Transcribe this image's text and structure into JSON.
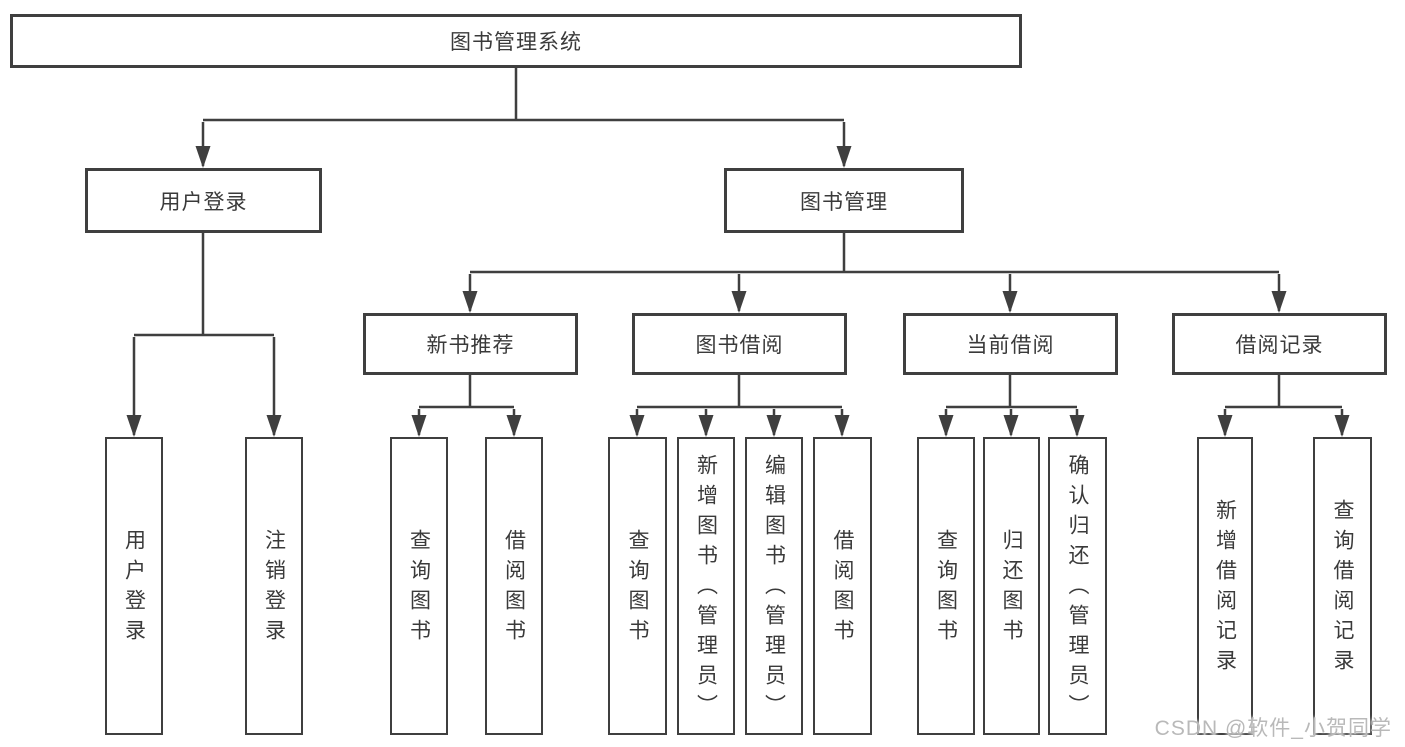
{
  "tree": {
    "root": {
      "label": "图书管理系统"
    },
    "level2": [
      {
        "label": "用户登录"
      },
      {
        "label": "图书管理"
      }
    ],
    "level3": [
      {
        "label": "新书推荐"
      },
      {
        "label": "图书借阅"
      },
      {
        "label": "当前借阅"
      },
      {
        "label": "借阅记录"
      }
    ],
    "leaves": {
      "user_login": [
        {
          "label": "用户登录"
        },
        {
          "label": "注销登录"
        }
      ],
      "new_book_rec": [
        {
          "label": "查询图书"
        },
        {
          "label": "借阅图书"
        }
      ],
      "book_borrow": [
        {
          "label": "查询图书"
        },
        {
          "label": "新增图书（管理员）"
        },
        {
          "label": "编辑图书（管理员）"
        },
        {
          "label": "借阅图书"
        }
      ],
      "current_borrow": [
        {
          "label": "查询图书"
        },
        {
          "label": "归还图书"
        },
        {
          "label": "确认归还（管理员）"
        }
      ],
      "borrow_records": [
        {
          "label": "新增借阅记录"
        },
        {
          "label": "查询借阅记录"
        }
      ]
    }
  },
  "watermark": {
    "label": "CSDN @软件_小贺同学"
  },
  "colors": {
    "line": "#3f3f3f",
    "box_border": "#3f3f3f",
    "text": "#3a3a3a",
    "watermark": "#b9b9b9",
    "background": "#ffffff"
  }
}
